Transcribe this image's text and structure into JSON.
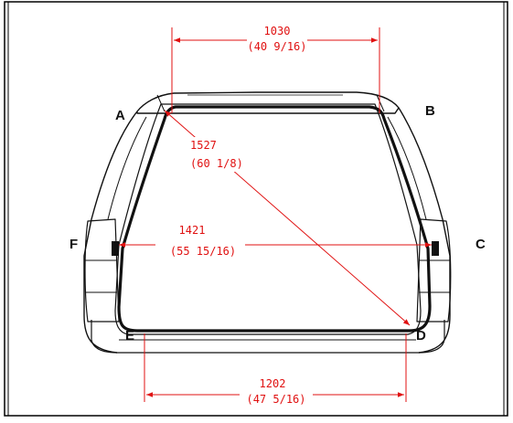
{
  "colors": {
    "dimension": "#e01010",
    "outline": "#111111",
    "frame": "#000000",
    "background": "#ffffff"
  },
  "points": {
    "A": "A",
    "B": "B",
    "C": "C",
    "D": "D",
    "E": "E",
    "F": "F"
  },
  "dimensions": {
    "top_width": {
      "mm": "1030",
      "inch": "(40 9/16)"
    },
    "diagonal": {
      "mm": "1527",
      "inch": "(60 1/8)"
    },
    "middle_width": {
      "mm": "1421",
      "inch": "(55 15/16)"
    },
    "bottom_width": {
      "mm": "1202",
      "inch": "(47 5/16)"
    }
  }
}
